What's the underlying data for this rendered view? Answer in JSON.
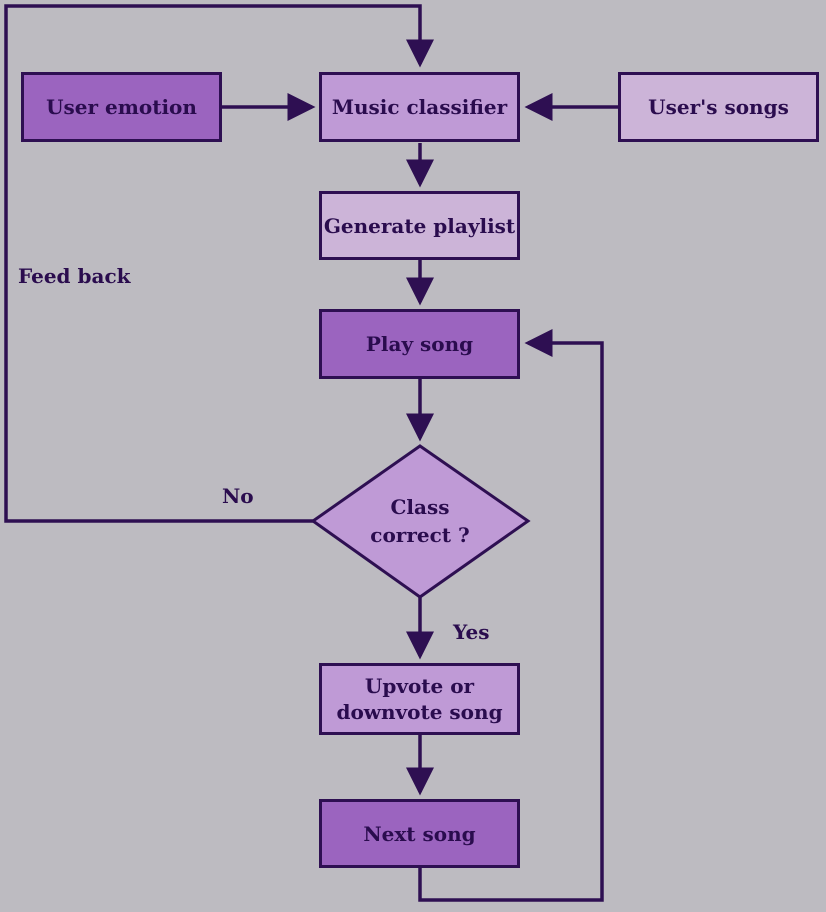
{
  "nodes": {
    "user_emotion": "User emotion",
    "music_classifier": "Music classifier",
    "users_songs": "User's songs",
    "generate_playlist": "Generate playlist",
    "play_song": "Play song",
    "decision_line1": "Class",
    "decision_line2": "correct ?",
    "vote_line1": "Upvote or",
    "vote_line2": "downvote song",
    "next_song": "Next song"
  },
  "edge_labels": {
    "feedback": "Feed back",
    "no": "No",
    "yes": "Yes"
  },
  "colors": {
    "background": "#bdbbc1",
    "dark_fill": "#9b64bf",
    "light_fill": "#bf9ad6",
    "pale_fill": "#ccb4d8",
    "stroke": "#2e0f52"
  }
}
